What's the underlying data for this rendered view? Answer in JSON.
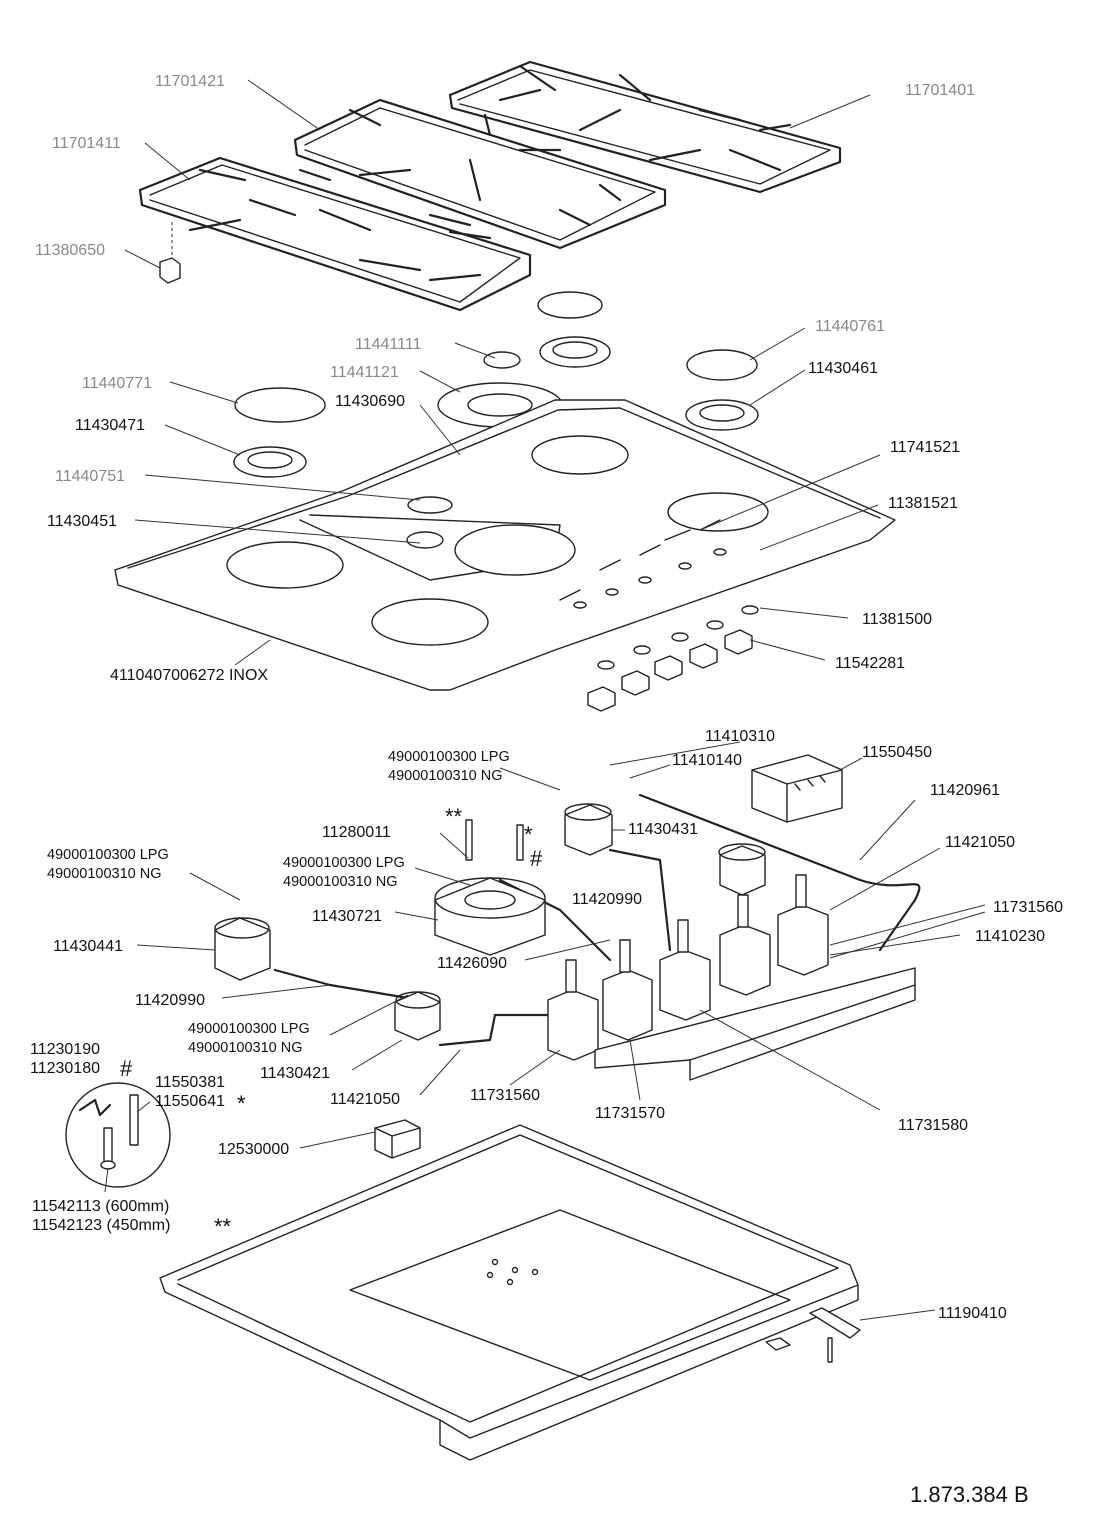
{
  "labels": {
    "grate_left": "11701411",
    "grate_center": "11701421",
    "grate_right": "11701401",
    "rubber_foot": "11380650",
    "cap_small_top": "11441111",
    "cap_right": "11440761",
    "ring_center": "11441121",
    "cap_left": "11440771",
    "burner_center": "11430690",
    "burner_right": "11430461",
    "burner_left": "11430471",
    "cap_aux_center": "11440751",
    "knob_panel": "11741521",
    "bezel": "11381521",
    "burner_aux_center": "11430451",
    "gasket": "11381500",
    "switch": "11542281",
    "hob_top": "4110407006272  INOX",
    "elbow": "11410310",
    "seal": "11410140",
    "ignition_unit": "11550450",
    "nozzle_a_lpg": "49000100300 LPG",
    "nozzle_a_ng": "49000100310 NG",
    "pipe_rail": "11420961",
    "tc": "11280011",
    "burner_body_right": "11430431",
    "pipe_right": "11421050",
    "nozzle_b_lpg": "49000100300 LPG",
    "nozzle_b_ng": "49000100310 NG",
    "nozzle_c_lpg": "49000100300 LPG",
    "nozzle_c_ng": "49000100310 NG",
    "pipe_mid": "11420990",
    "valve_right": "11731560",
    "burner_body_wok": "11430721",
    "screw_set": "11410230",
    "burner_body_left": "11430441",
    "pipe_wok": "11426090",
    "pipe_left": "11420990",
    "nozzle_d_lpg": "49000100300 LPG",
    "nozzle_d_ng": "49000100310 NG",
    "tc_top": "11230190",
    "tc_bottom": "11230180",
    "electrode_a": "11550381",
    "electrode_b": "11550641",
    "burner_body_front": "11430421",
    "pipe_front": "11421050",
    "valve_front": "11731560",
    "valve_mid": "11731570",
    "valve_mid_right": "11731580",
    "transformer": "12530000",
    "wire_600": "11542113  (600mm)",
    "wire_450": "11542123  (450mm)",
    "bracket": "11190410",
    "drawing_code": "1.873.384 B"
  },
  "marks": {
    "double_star": "**",
    "star": "*",
    "hash": "#"
  }
}
